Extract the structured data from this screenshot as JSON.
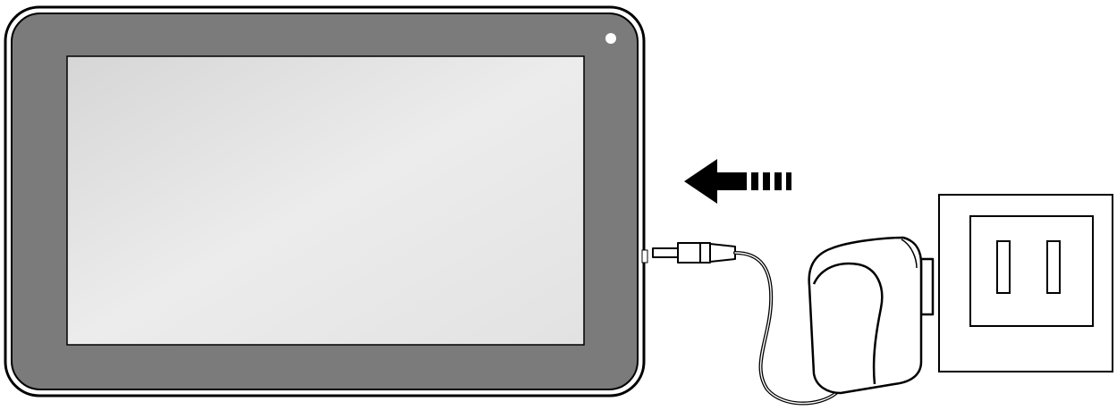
{
  "diagram": {
    "subject": "tablet charging",
    "components": [
      {
        "id": "tablet",
        "icon": "tablet-icon"
      },
      {
        "id": "direction-arrow",
        "icon": "arrow-left-icon"
      },
      {
        "id": "usb-plug",
        "icon": "plug-icon"
      },
      {
        "id": "charging-cable",
        "icon": "cable-icon"
      },
      {
        "id": "power-adapter",
        "icon": "power-adapter-icon"
      },
      {
        "id": "wall-outlet",
        "icon": "wall-outlet-icon"
      }
    ],
    "colors": {
      "outline": "#000000",
      "bezel": "#7b7b7b",
      "screen": "#e6e6e6",
      "body": "#ffffff"
    }
  }
}
